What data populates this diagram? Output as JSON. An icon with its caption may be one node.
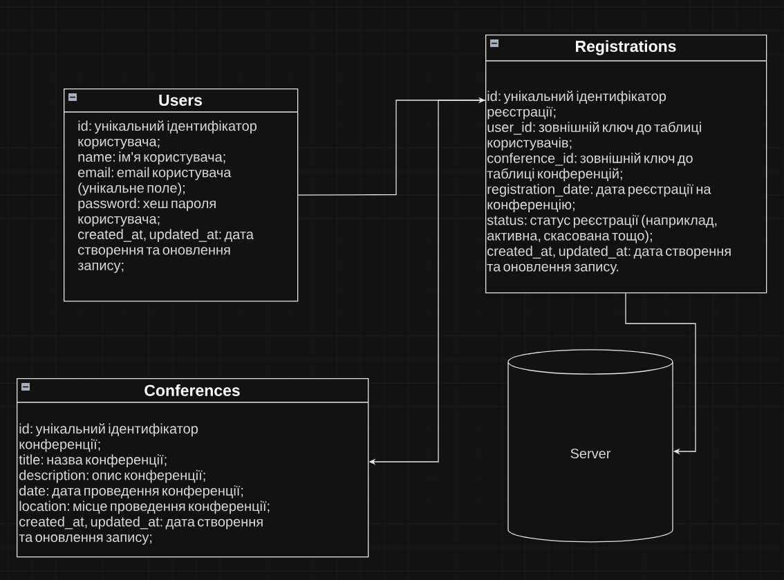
{
  "diagram": {
    "nodes": [
      {
        "text": [
          "Users",
          "id: унікальний ідентифікатор користувача;",
          "name: ім'я користувача;",
          "email: email користувача (унікальне поле);",
          "password: хеш пароля користувача;",
          "created_at, updated_at: дата створення та оновлення запису;"
        ]
      },
      {
        "text": [
          "Registrations",
          "id: унікальний ідентифікатор реєстрації;",
          "user_id: зовнішній ключ до таблиці користувачів;",
          "conference_id: зовнішній ключ до таблиці конференцій;",
          "registration_date: дата реєстрації на конференцію;",
          "status: статус реєстрації (наприклад, активна, скасована тощо);",
          "created_at, updated_at: дата створення та оновлення запису."
        ]
      },
      {
        "text": [
          "Conferences",
          "id: унікальний ідентифікатор конференції;",
          "title: назва конференції;",
          "description: опис конференції;",
          "date: дата проведення конференції;",
          "location: місце проведення конференції;",
          "created_at, updated_at: дата створення та оновлення запису;"
        ]
      },
      {
        "text": [
          "Server"
        ]
      }
    ],
    "edges": [
      {
        "from": 0,
        "to": 1,
        "arrow": "to"
      },
      {
        "from": 1,
        "to": 2,
        "arrow": "to"
      },
      {
        "from": 1,
        "to": 3,
        "arrow": "to"
      }
    ]
  }
}
